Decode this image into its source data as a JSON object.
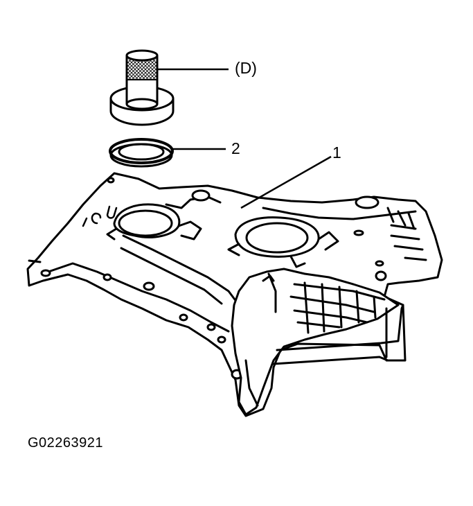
{
  "callouts": {
    "tool": "(D)",
    "seal": "2",
    "cover": "1"
  },
  "figure_id": "G02263921",
  "colors": {
    "line": "#000000",
    "background": "#ffffff"
  }
}
